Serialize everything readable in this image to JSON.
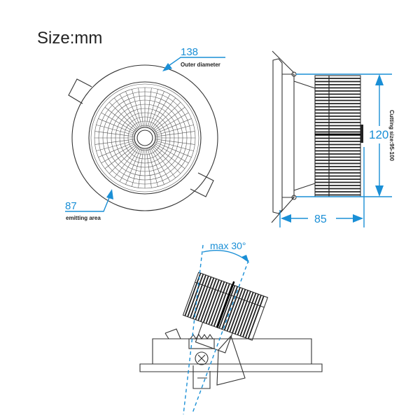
{
  "title": "Size:mm",
  "front_view": {
    "outer_value": "138",
    "outer_label": "Outer diameter",
    "emitting_value": "87",
    "emitting_label": "emitting area"
  },
  "side_view": {
    "height_value": "120",
    "depth_value": "85",
    "cutting_label": "Cutting size:95-100"
  },
  "tilt_view": {
    "angle_label": "max 30°"
  },
  "colors": {
    "accent": "#1a8fd6",
    "line": "#333333"
  }
}
